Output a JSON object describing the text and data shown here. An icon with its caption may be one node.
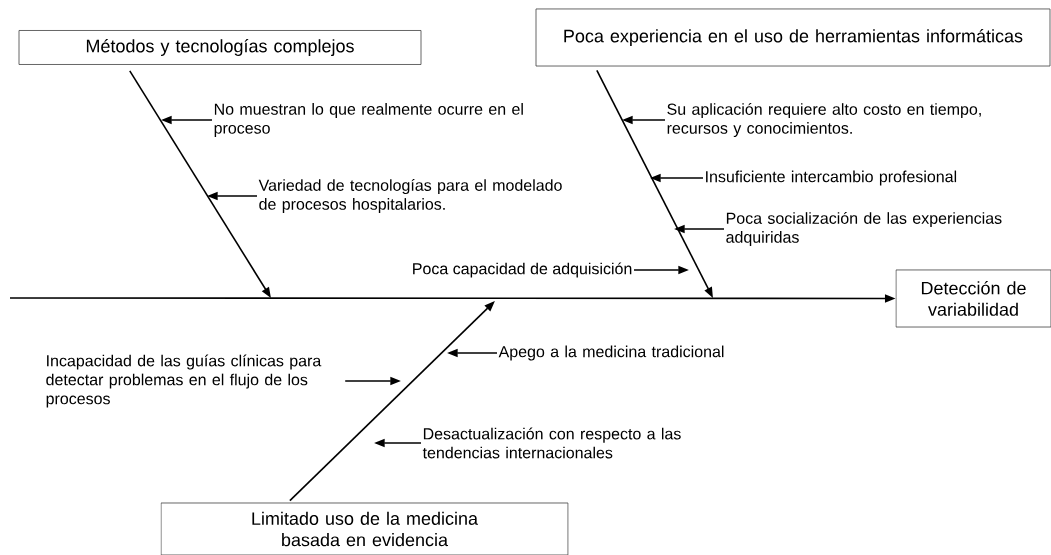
{
  "diagram": {
    "nodes": [
      {
        "text": [
          "Métodos y tecnologías complejos"
        ]
      },
      {
        "text": [
          "Poca experiencia en el uso de herramientas informáticas"
        ]
      },
      {
        "text": [
          "Detección de variabilidad"
        ]
      },
      {
        "text": [
          "Limitado uso de la medicina basada en evidencia"
        ]
      },
      {
        "text": [
          "No muestran lo que realmente ocurre en el proceso"
        ]
      },
      {
        "text": [
          "Variedad de tecnologías para el modelado de procesos hospitalarios."
        ]
      },
      {
        "text": [
          "Su aplicación requiere alto costo en tiempo, recursos y conocimientos."
        ]
      },
      {
        "text": [
          "Insuficiente intercambio profesional"
        ]
      },
      {
        "text": [
          "Poca socialización de las experiencias adquiridas"
        ]
      },
      {
        "text": [
          "Poca capacidad de adquisición"
        ]
      },
      {
        "text": [
          "Incapacidad de las guías clínicas para detectar problemas en el flujo de los procesos"
        ]
      },
      {
        "text": [
          "Apego a la medicina tradicional"
        ]
      },
      {
        "text": [
          "Desactualización con respecto a las tendencias internacionales"
        ]
      }
    ],
    "edges": [
      {
        "from": null,
        "to": 2,
        "arrow": "to"
      },
      {
        "from": 0,
        "to": null,
        "arrow": "to"
      },
      {
        "from": 1,
        "to": null,
        "arrow": "to"
      },
      {
        "from": 3,
        "to": null,
        "arrow": "to"
      },
      {
        "from": 4,
        "to": null,
        "arrow": "to"
      },
      {
        "from": 5,
        "to": null,
        "arrow": "to"
      },
      {
        "from": 6,
        "to": null,
        "arrow": "to"
      },
      {
        "from": 7,
        "to": null,
        "arrow": "to"
      },
      {
        "from": 8,
        "to": null,
        "arrow": "to"
      },
      {
        "from": 9,
        "to": null,
        "arrow": "to"
      },
      {
        "from": 10,
        "to": null,
        "arrow": "to"
      },
      {
        "from": 11,
        "to": null,
        "arrow": "to"
      },
      {
        "from": 12,
        "to": null,
        "arrow": "to"
      }
    ]
  }
}
